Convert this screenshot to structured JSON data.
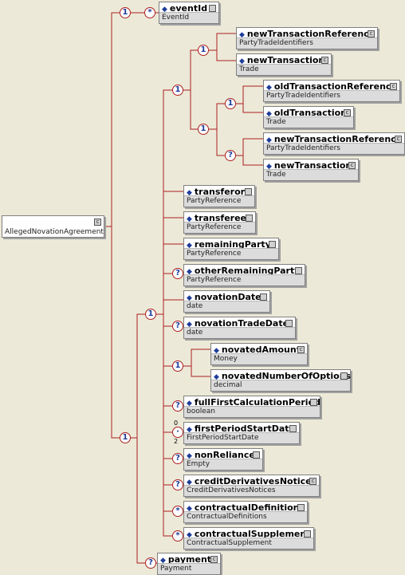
{
  "diagram": {
    "root": {
      "name": "AllegedNovationAgreement",
      "badge": "c"
    },
    "elements": {
      "event_id": {
        "name": "eventId",
        "type": "EventId"
      },
      "new_trans_ref_1": {
        "name": "newTransactionReference",
        "type": "PartyTradeIdentifiers",
        "badge": "c"
      },
      "new_trans_1": {
        "name": "newTransaction",
        "type": "Trade",
        "badge": "c"
      },
      "old_trans_ref": {
        "name": "oldTransactionReference",
        "type": "PartyTradeIdentifiers",
        "badge": "c"
      },
      "old_trans": {
        "name": "oldTransaction",
        "type": "Trade",
        "badge": "c"
      },
      "new_trans_ref_2": {
        "name": "newTransactionReference",
        "type": "PartyTradeIdentifiers",
        "badge": "c"
      },
      "new_trans_2": {
        "name": "newTransaction",
        "type": "Trade",
        "badge": "c"
      },
      "transferor": {
        "name": "transferor",
        "type": "PartyReference"
      },
      "transferee": {
        "name": "transferee",
        "type": "PartyReference"
      },
      "remaining_party": {
        "name": "remainingParty",
        "type": "PartyReference"
      },
      "other_remaining_party": {
        "name": "otherRemainingParty",
        "type": "PartyReference"
      },
      "novation_date": {
        "name": "novationDate",
        "type": "date",
        "badge": "sd"
      },
      "novation_trade_date": {
        "name": "novationTradeDate",
        "type": "date",
        "badge": "sd"
      },
      "novated_amount": {
        "name": "novatedAmount",
        "type": "Money",
        "badge": "c"
      },
      "novated_number_of_options": {
        "name": "novatedNumberOfOptions",
        "type": "decimal",
        "badge": "sd"
      },
      "full_first_calc_period": {
        "name": "fullFirstCalculationPeriod",
        "type": "boolean",
        "badge": "sd"
      },
      "first_period_start_date": {
        "name": "firstPeriodStartDate",
        "type": "FirstPeriodStartDate"
      },
      "non_reliance": {
        "name": "nonReliance",
        "type": "Empty"
      },
      "credit_derivatives_notices": {
        "name": "creditDerivativesNotices",
        "type": "CreditDerivativesNotices",
        "badge": "c"
      },
      "contractual_definitions": {
        "name": "contractualDefinitions",
        "type": "ContractualDefinitions"
      },
      "contractual_supplement": {
        "name": "contractualSupplement",
        "type": "ContractualSupplement"
      },
      "payment": {
        "name": "payment",
        "type": "Payment",
        "badge": "c"
      }
    },
    "compositors": {
      "one": "1",
      "optional": "?",
      "many": "*",
      "occurrence_min": "0",
      "occurrence_max": "2"
    }
  }
}
